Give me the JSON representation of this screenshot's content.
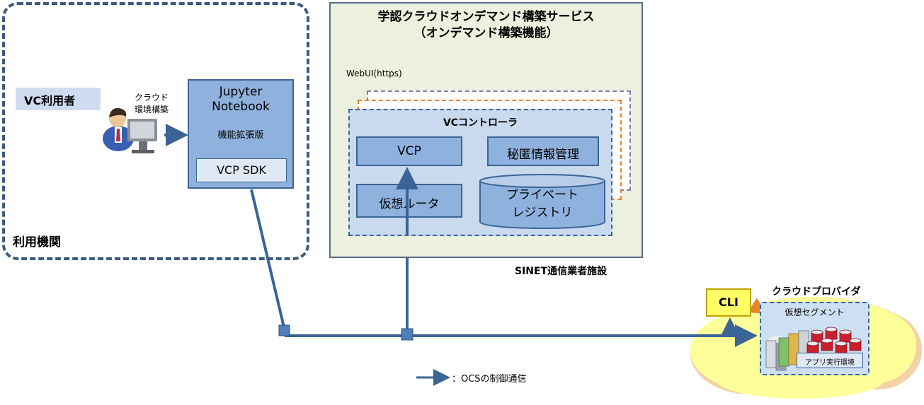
{
  "organization": {
    "label": "利用機関"
  },
  "user": {
    "badge": "VC利用者",
    "caption_line1": "クラウド",
    "caption_line2": "環境構築"
  },
  "jupyter": {
    "title_line1": "Jupyter",
    "title_line2": "Notebook",
    "subtitle": "機能拡張版",
    "sdk": "VCP SDK"
  },
  "service": {
    "title_line1": "学認クラウドオンデマンド構築サービス",
    "title_line2": "（オンデマンド構築機能）",
    "webui": "WebUI(https)",
    "facility": "SINET通信業者施設"
  },
  "vc_controller": {
    "title": "VCコントローラ",
    "vcp": "VCP",
    "secret": "秘匿情報管理",
    "router": "仮想ルータ",
    "registry_line1": "プライベート",
    "registry_line2": "レジストリ"
  },
  "provider": {
    "label": "クラウドプロバイダ",
    "cli": "CLI",
    "segment": "仮想セグメント",
    "app_env": "アプリ実行環境"
  },
  "legend": {
    "text": "：OCSの制御通信"
  },
  "colors": {
    "line": "#3b6496",
    "box_fill": "#8fb1dd",
    "service_bg": "#ebf1de",
    "cloud": "#ffff99",
    "cli_fill": "#ffff66",
    "orange_arrow": "#e6852c"
  }
}
